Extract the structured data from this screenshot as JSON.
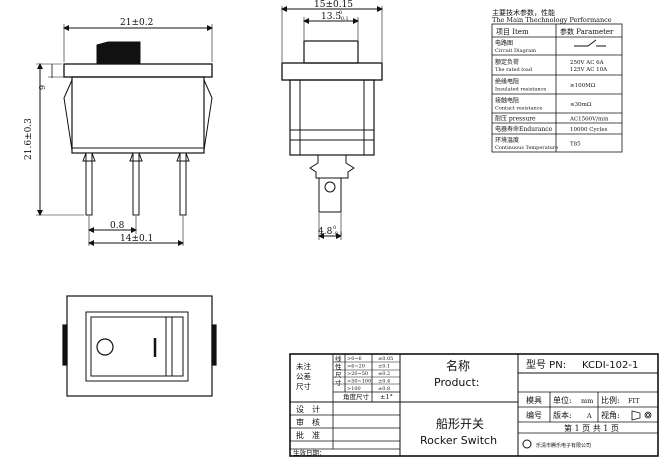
{
  "dims": {
    "width_main": "21±0.2",
    "height_main": "21.6±0.3",
    "dim_9": "9",
    "pin_gap": "0.8",
    "pin_span": "14±0.1",
    "side_width": "15±0.15",
    "side_inner": "13.5",
    "side_inner_sup": "0",
    "side_inner_sub": "-0.1",
    "tab_width": "4.8",
    "tab_sup": "0",
    "tab_sub": "-0.1"
  },
  "spec": {
    "title_cn": "主要技术参数，性能",
    "title_en": "The Main Thechnology Performance",
    "col_item": "项目 Item",
    "col_param": "参数 Parameter",
    "rows": [
      {
        "cn": "电路图",
        "en": "Circuit Diagram",
        "val": ""
      },
      {
        "cn": "额定负荷",
        "en": "The rated load",
        "val": "250V AC 6A\n125V AC 10A"
      },
      {
        "cn": "绝缘电阻",
        "en": "Insulated resistance",
        "val": "≥100MΩ"
      },
      {
        "cn": "接触电阻",
        "en": "Contact resistance",
        "val": "≤30mΩ"
      },
      {
        "cn": "耐压 pressure",
        "en": "",
        "val": "AC1500V/min"
      },
      {
        "cn": "电器寿命Endurance",
        "en": "",
        "val": "10000 Cycles"
      },
      {
        "cn": "环境温度",
        "en": "Continuous Temperature",
        "val": "T85"
      }
    ]
  },
  "titleblock": {
    "tol_label": "未注\n公差\n尺寸",
    "tol_rows": [
      {
        "r": ">0~6",
        "t": "±0.05"
      },
      {
        "r": ">6~20",
        "t": "±0.1"
      },
      {
        "r": ">20~50",
        "t": "±0.2"
      },
      {
        "r": ">50~100",
        "t": "±0.4"
      },
      {
        "r": ">100",
        "t": "±0.8"
      }
    ],
    "tol_side": "线性尺寸",
    "angle_label": "角度尺寸",
    "angle_tol": "±1°",
    "name_cn": "名称",
    "name_en": "Product:",
    "product_cn": "船形开关",
    "product_en": "Rocker Switch",
    "design": "设　计",
    "check": "审　核",
    "approve": "批　准",
    "date_label": "生效日期：",
    "model_label": "型号 PN:",
    "model_value": "KCDI-102-1",
    "mold_label": "模具",
    "code_label": "编号",
    "unit_label": "单位:",
    "unit_value": "mm",
    "scale_label": "比例:",
    "scale_value": "FIT",
    "version_label": "版本:",
    "version_value": "A",
    "view_label": "视角:",
    "page_label": "第 1 页  共 1 页",
    "company": "乐清市腾乐电子有限公司"
  }
}
